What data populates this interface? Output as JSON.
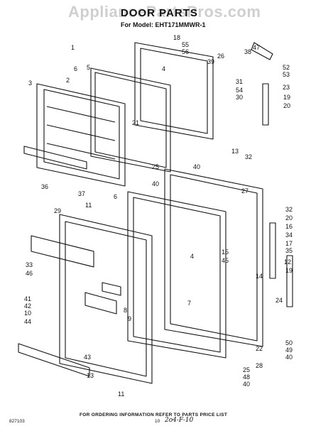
{
  "header": {
    "watermark": "AppliancePartsPros.com",
    "title": "DOOR PARTS",
    "model": "For Model: EHT171MMWR-1"
  },
  "footer": {
    "instruction": "FOR ORDERING INFORMATION REFER TO PARTS PRICE LIST",
    "code": "827103",
    "page": "10",
    "handwriting": "2o4-F-10"
  },
  "callouts": [
    {
      "id": "c1",
      "label": "1"
    },
    {
      "id": "c2",
      "label": "2"
    },
    {
      "id": "c3",
      "label": "3"
    },
    {
      "id": "c4a",
      "label": "4"
    },
    {
      "id": "c4b",
      "label": "4"
    },
    {
      "id": "c5",
      "label": "5"
    },
    {
      "id": "c6a",
      "label": "6"
    },
    {
      "id": "c6b",
      "label": "6"
    },
    {
      "id": "c7",
      "label": "7"
    },
    {
      "id": "c8",
      "label": "8"
    },
    {
      "id": "c9",
      "label": "9"
    },
    {
      "id": "c10",
      "label": "10"
    },
    {
      "id": "c11a",
      "label": "11"
    },
    {
      "id": "c11b",
      "label": "11"
    },
    {
      "id": "c12",
      "label": "12"
    },
    {
      "id": "c13a",
      "label": "13"
    },
    {
      "id": "c13b",
      "label": "13"
    },
    {
      "id": "c14",
      "label": "14"
    },
    {
      "id": "c15",
      "label": "15"
    },
    {
      "id": "c16",
      "label": "16"
    },
    {
      "id": "c17",
      "label": "17"
    },
    {
      "id": "c18",
      "label": "18"
    },
    {
      "id": "c19a",
      "label": "19"
    },
    {
      "id": "c19b",
      "label": "19"
    },
    {
      "id": "c20a",
      "label": "20"
    },
    {
      "id": "c20b",
      "label": "20"
    },
    {
      "id": "c21",
      "label": "21"
    },
    {
      "id": "c22",
      "label": "22"
    },
    {
      "id": "c23",
      "label": "23"
    },
    {
      "id": "c24",
      "label": "24"
    },
    {
      "id": "c25a",
      "label": "25"
    },
    {
      "id": "c25b",
      "label": "25"
    },
    {
      "id": "c26",
      "label": "26"
    },
    {
      "id": "c27",
      "label": "27"
    },
    {
      "id": "c28",
      "label": "28"
    },
    {
      "id": "c29",
      "label": "29"
    },
    {
      "id": "c30",
      "label": "30"
    },
    {
      "id": "c31",
      "label": "31"
    },
    {
      "id": "c32a",
      "label": "32"
    },
    {
      "id": "c32b",
      "label": "32"
    },
    {
      "id": "c33",
      "label": "33"
    },
    {
      "id": "c34",
      "label": "34"
    },
    {
      "id": "c35",
      "label": "35"
    },
    {
      "id": "c36",
      "label": "36"
    },
    {
      "id": "c37",
      "label": "37"
    },
    {
      "id": "c38",
      "label": "38"
    },
    {
      "id": "c39",
      "label": "39"
    },
    {
      "id": "c40a",
      "label": "40"
    },
    {
      "id": "c40b",
      "label": "40"
    },
    {
      "id": "c40c",
      "label": "40"
    },
    {
      "id": "c40d",
      "label": "40"
    },
    {
      "id": "c41",
      "label": "41"
    },
    {
      "id": "c42",
      "label": "42"
    },
    {
      "id": "c43",
      "label": "43"
    },
    {
      "id": "c44",
      "label": "44"
    },
    {
      "id": "c45",
      "label": "45"
    },
    {
      "id": "c46",
      "label": "46"
    },
    {
      "id": "c47",
      "label": "47"
    },
    {
      "id": "c48",
      "label": "48"
    },
    {
      "id": "c49",
      "label": "49"
    },
    {
      "id": "c50",
      "label": "50"
    },
    {
      "id": "c52",
      "label": "52"
    },
    {
      "id": "c53",
      "label": "53"
    },
    {
      "id": "c54",
      "label": "54"
    },
    {
      "id": "c55",
      "label": "55"
    },
    {
      "id": "c56",
      "label": "56"
    }
  ]
}
